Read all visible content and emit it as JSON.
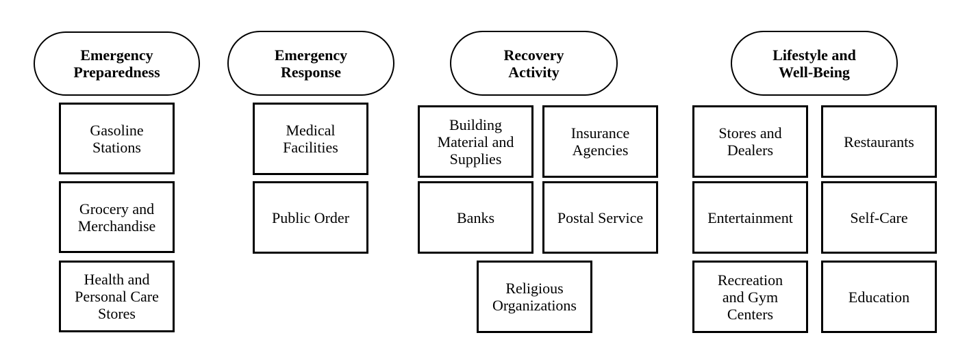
{
  "categories": [
    {
      "title": "Emergency\nPreparedness",
      "items": [
        "Gasoline\nStations",
        "Grocery and\nMerchandise",
        "Health and\nPersonal Care\nStores"
      ]
    },
    {
      "title": "Emergency\nResponse",
      "items": [
        "Medical\nFacilities",
        "Public Order"
      ]
    },
    {
      "title": "Recovery\nActivity",
      "items": [
        "Building\nMaterial and\nSupplies",
        "Insurance\nAgencies",
        "Banks",
        "Postal Service",
        "Religious\nOrganizations"
      ]
    },
    {
      "title": "Lifestyle and\nWell-Being",
      "items": [
        "Stores and\nDealers",
        "Restaurants",
        "Entertainment",
        "Self-Care",
        "Recreation\nand Gym\nCenters",
        "Education"
      ]
    }
  ]
}
